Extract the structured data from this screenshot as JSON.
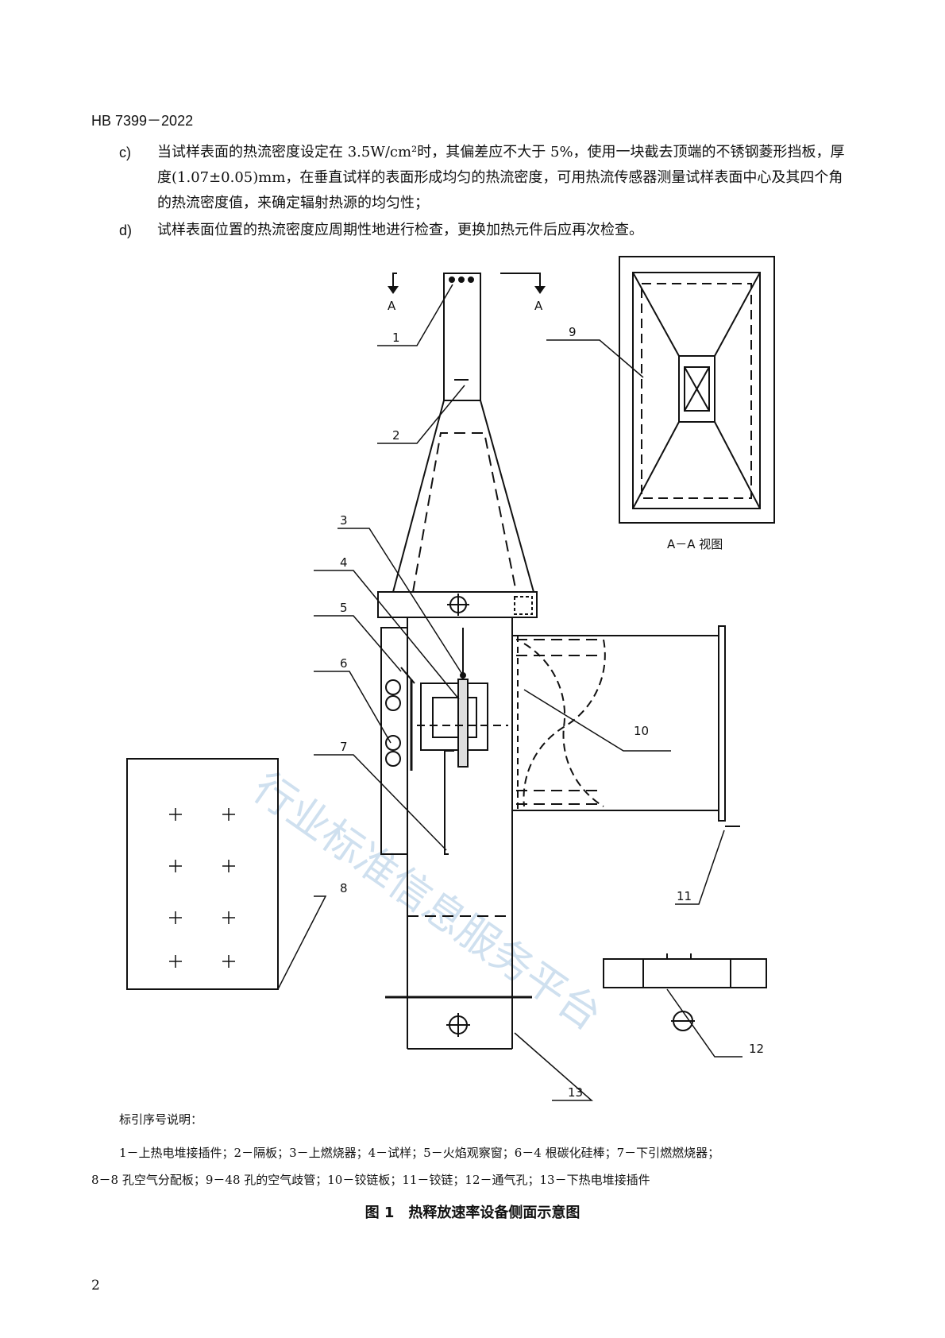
{
  "header": {
    "doc_code": "HB 7399－2022"
  },
  "items": [
    {
      "label": "c)",
      "text": "当试样表面的热流密度设定在 3.5W/cm²时，其偏差应不大于 5%，使用一块截去顶端的不锈钢菱形挡板，厚度(1.07±0.05)mm，在垂直试样的表面形成均匀的热流密度，可用热流传感器测量试样表面中心及其四个角的热流密度值，来确定辐射热源的均匀性；"
    },
    {
      "label": "d)",
      "text": "试样表面位置的热流密度应周期性地进行检查，更换加热元件后应再次检查。"
    }
  ],
  "figure": {
    "section_marks": [
      "A",
      "A"
    ],
    "view_caption": "A－A 视图",
    "callouts": [
      "1",
      "2",
      "3",
      "4",
      "5",
      "6",
      "7",
      "8",
      "9",
      "10",
      "11",
      "12",
      "13"
    ],
    "watermark": "行业标准信息服务平台"
  },
  "legend": {
    "heading": "标引序号说明：",
    "line1": "1－上热电堆接插件；2－隔板；3－上燃烧器；4－试样；5－火焰观察窗；6－4 根碳化硅棒；7－下引燃燃烧器；",
    "line2": "8－8 孔空气分配板；9－48 孔的空气歧管；10－铰链板；11－铰链；12－通气孔；13－下热电堆接插件"
  },
  "caption": "图 1　热释放速率设备侧面示意图",
  "page_number": "2"
}
